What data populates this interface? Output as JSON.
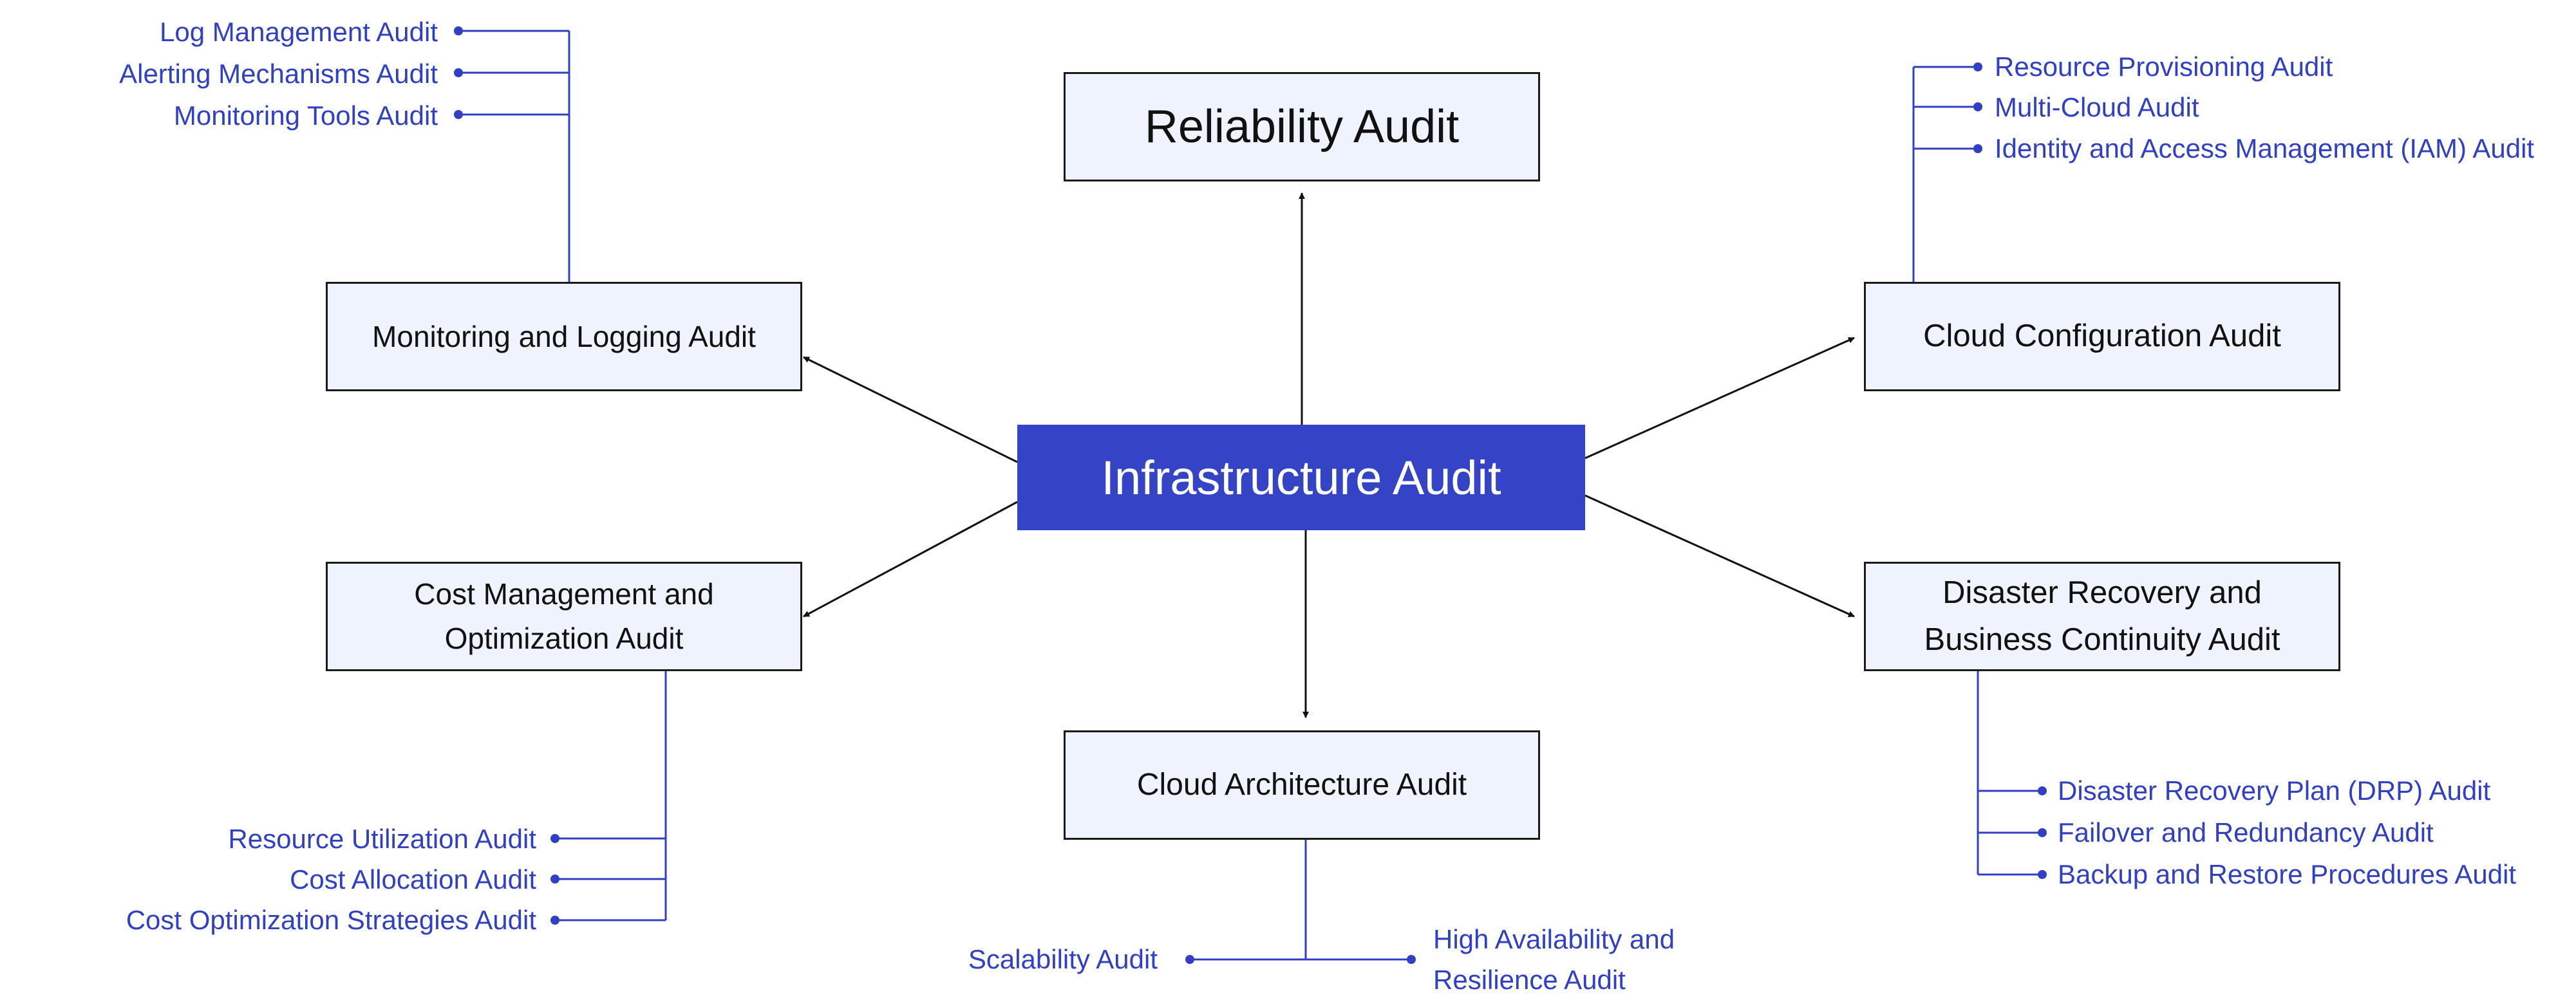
{
  "colors": {
    "center_fill": "#3544c6",
    "box_fill": "#eff3fd",
    "box_border": "#1a1a1a",
    "leaf_text": "#3140c3",
    "branch_line": "#3140c3",
    "arrow": "#111111"
  },
  "center": {
    "label": "Infrastructure Audit"
  },
  "nodes": {
    "reliability": {
      "label": "Reliability Audit"
    },
    "monitoring": {
      "label": "Monitoring and Logging Audit",
      "children": [
        "Log Management Audit",
        "Alerting Mechanisms Audit",
        "Monitoring Tools Audit"
      ]
    },
    "cloud_config": {
      "label": "Cloud Configuration Audit",
      "children": [
        "Resource Provisioning Audit",
        "Multi-Cloud Audit",
        "Identity and Access Management (IAM) Audit"
      ]
    },
    "cost": {
      "label_lines": [
        "Cost Management and",
        "Optimization Audit"
      ],
      "children": [
        "Resource Utilization Audit",
        "Cost Allocation Audit",
        "Cost Optimization Strategies Audit"
      ]
    },
    "disaster": {
      "label_lines": [
        "Disaster Recovery and",
        "Business Continuity Audit"
      ],
      "children": [
        "Disaster Recovery Plan (DRP) Audit",
        "Failover and Redundancy Audit",
        "Backup and Restore Procedures Audit"
      ]
    },
    "architecture": {
      "label": "Cloud Architecture Audit",
      "children": [
        "Scalability Audit"
      ],
      "children_multiline": [
        [
          "High Availability and",
          "Resilience Audit"
        ]
      ]
    }
  }
}
